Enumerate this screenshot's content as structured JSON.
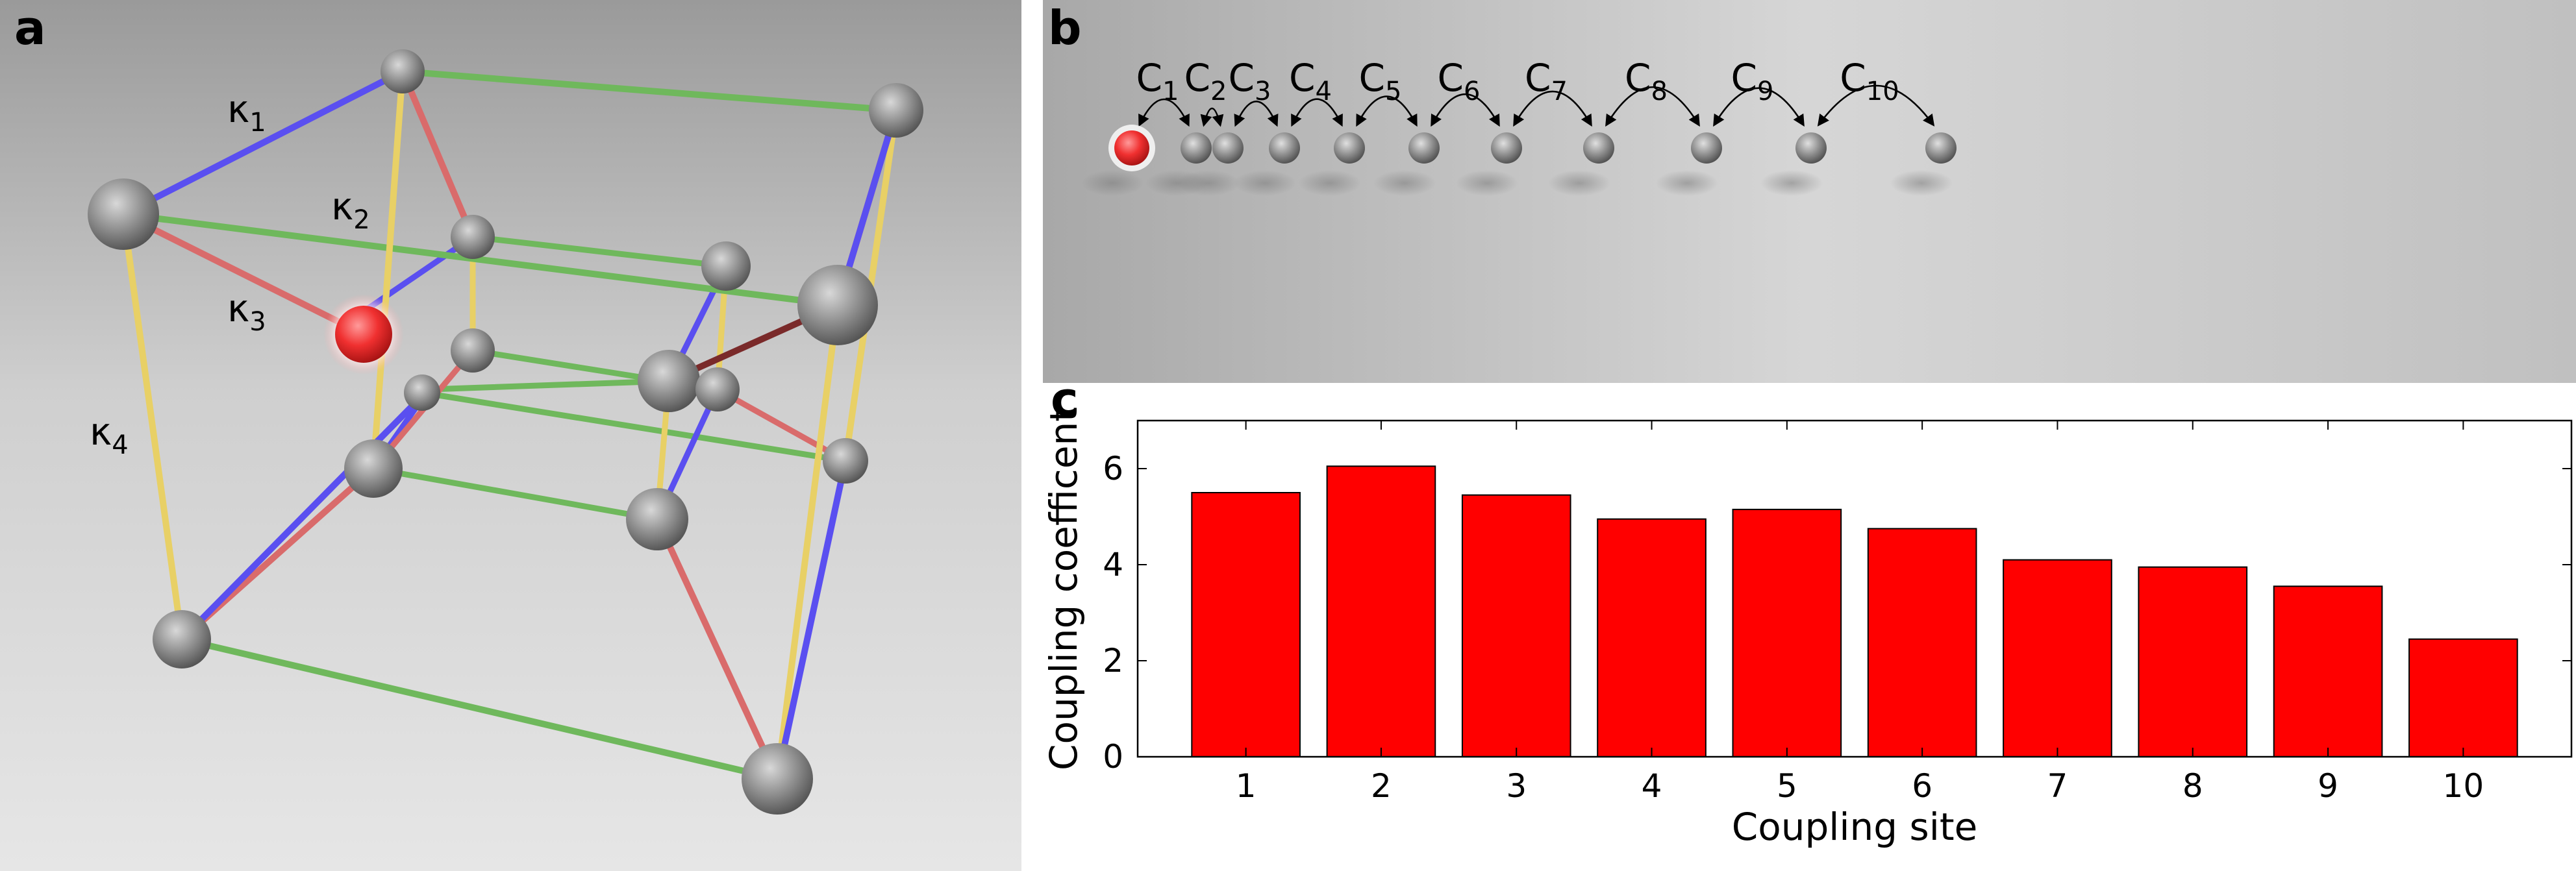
{
  "panel_labels": {
    "a": "a",
    "b": "b",
    "c": "c"
  },
  "panel_a": {
    "coupling_labels": [
      {
        "base": "κ",
        "sub": "1"
      },
      {
        "base": "κ",
        "sub": "2"
      },
      {
        "base": "κ",
        "sub": "3"
      },
      {
        "base": "κ",
        "sub": "4"
      }
    ],
    "colors": {
      "k1": "#5a4ff0",
      "k2": "#6fb85c",
      "k3": "#d96b6b",
      "k4": "#e8d066",
      "highlight_site": "#e8262a",
      "site": "#8a8a8a"
    }
  },
  "panel_b": {
    "coupling_labels": [
      {
        "base": "C",
        "sub": "1"
      },
      {
        "base": "C",
        "sub": "2"
      },
      {
        "base": "C",
        "sub": "3"
      },
      {
        "base": "C",
        "sub": "4"
      },
      {
        "base": "C",
        "sub": "5"
      },
      {
        "base": "C",
        "sub": "6"
      },
      {
        "base": "C",
        "sub": "7"
      },
      {
        "base": "C",
        "sub": "8"
      },
      {
        "base": "C",
        "sub": "9"
      },
      {
        "base": "C",
        "sub": "10"
      }
    ]
  },
  "chart_data": {
    "type": "bar",
    "categories": [
      "1",
      "2",
      "3",
      "4",
      "5",
      "6",
      "7",
      "8",
      "9",
      "10"
    ],
    "values": [
      5.5,
      6.05,
      5.45,
      4.95,
      5.15,
      4.75,
      4.1,
      3.95,
      3.55,
      2.45
    ],
    "title": "",
    "xlabel": "Coupling site",
    "ylabel": "Coupling coefficent",
    "ylim": [
      0,
      7
    ],
    "yticks": [
      "0",
      "2",
      "4",
      "6"
    ],
    "bar_color": "#ff0000",
    "grid": false
  }
}
